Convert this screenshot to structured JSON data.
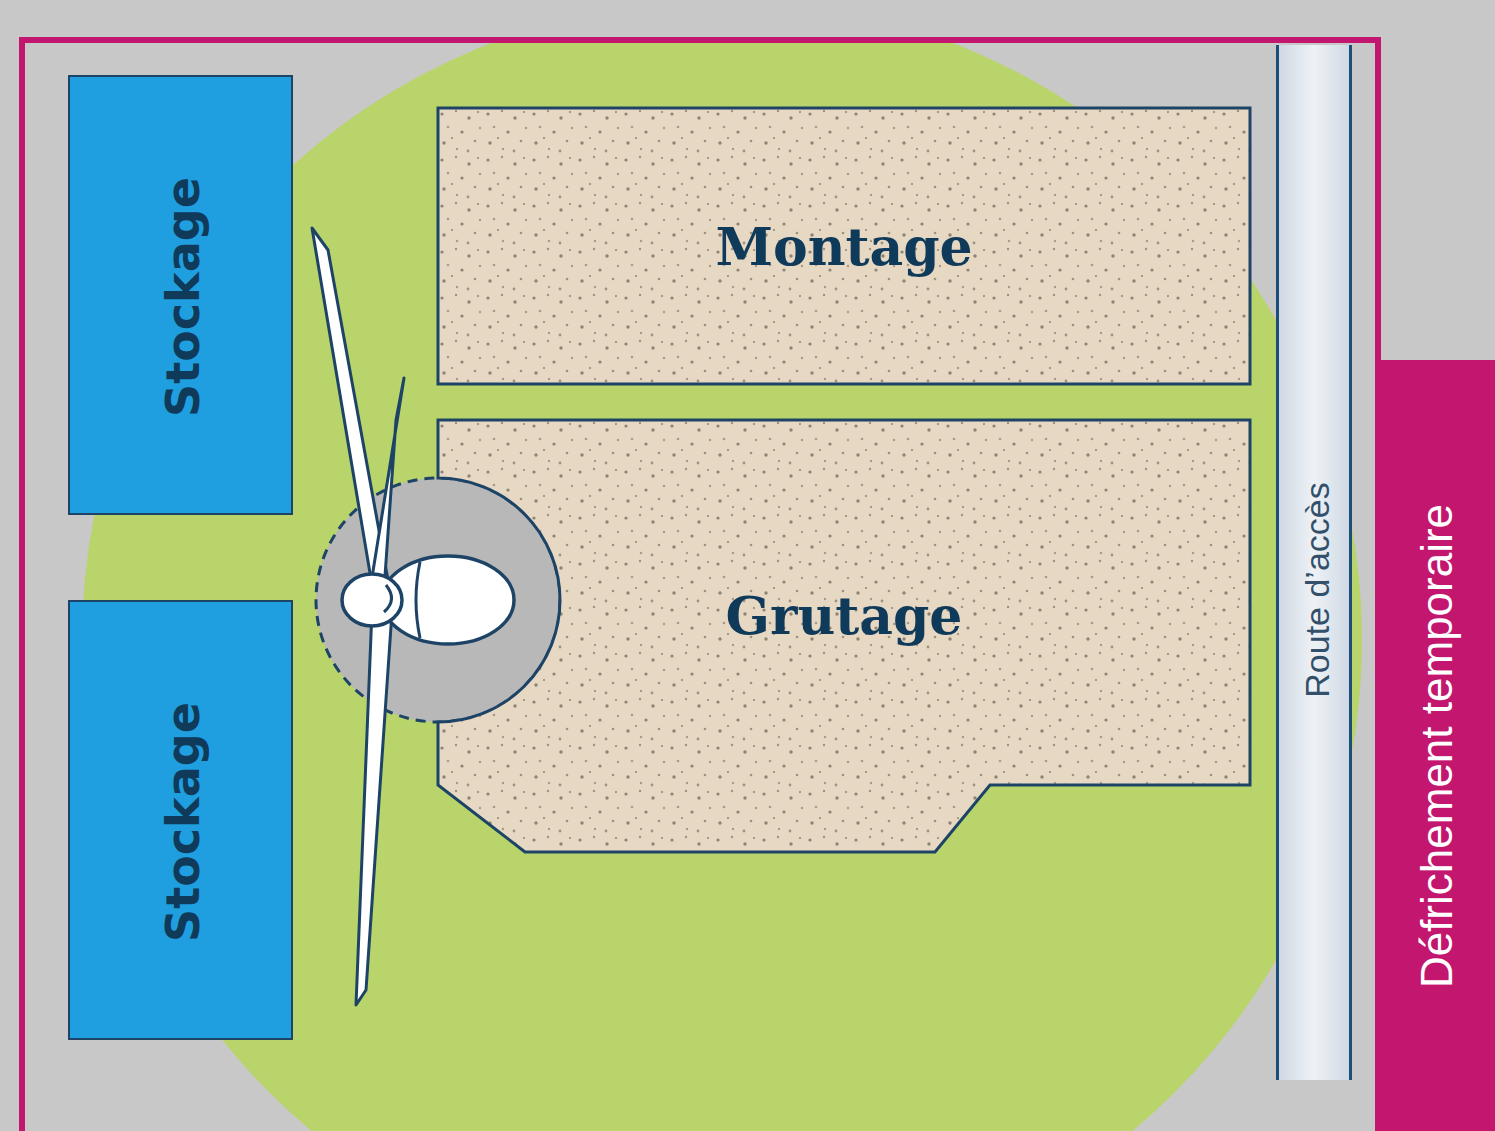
{
  "diagram": {
    "nodes": [
      {
        "text": [
          "Stockage"
        ]
      },
      {
        "text": [
          "Montage"
        ]
      },
      {
        "text": [
          "Stockage"
        ]
      },
      {
        "text": [
          "Grutage"
        ]
      },
      {
        "text": [
          "Route d’accès"
        ]
      },
      {
        "text": [
          "Défrichement temporaire"
        ]
      }
    ]
  }
}
